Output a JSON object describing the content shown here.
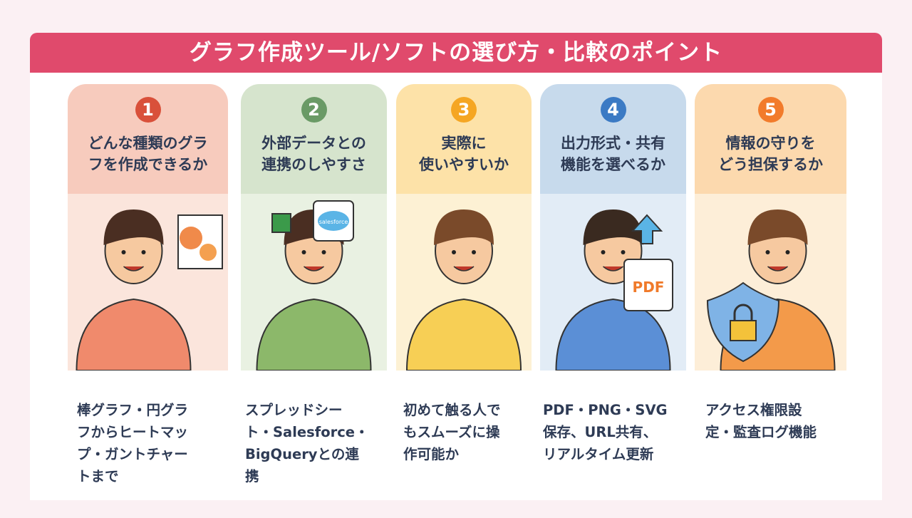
{
  "title": "グラフ作成ツール/ソフトの選び方・比較のポイント",
  "cards": [
    {
      "number": "1",
      "title": "どんな種類のグラ\nフを作成できるか",
      "description": "棒グラフ・円グラ\nフからヒートマッ\nプ・ガントチャー\nトまで",
      "accent": "#d9503a",
      "head_bg": "#f7cbbd",
      "ill_bg": "#fbe5dc",
      "shirt": "#f08a6c",
      "hair": "#4a2e22"
    },
    {
      "number": "2",
      "title": "外部データとの\n連携のしやすさ",
      "description": "スプレッドシー\nト・Salesforce・\nBigQueryとの連\n携",
      "accent": "#6a9a66",
      "head_bg": "#d6e4cd",
      "ill_bg": "#e9f1e2",
      "shirt": "#8cb86a",
      "hair": "#4a2e22"
    },
    {
      "number": "3",
      "title": "実際に\n使いやすいか",
      "description": "初めて触る人で\nもスムーズに操\n作可能か",
      "accent": "#f5a623",
      "head_bg": "#fde2a8",
      "ill_bg": "#fdf1d4",
      "shirt": "#f7cf55",
      "hair": "#7a4a2a"
    },
    {
      "number": "4",
      "title": "出力形式・共有\n機能を選べるか",
      "description": "PDF・PNG・SVG\n保存、URL共有、\nリアルタイム更新",
      "accent": "#3b7ac4",
      "head_bg": "#c7daec",
      "ill_bg": "#e2ecf6",
      "shirt": "#5b8fd6",
      "hair": "#3a2a20"
    },
    {
      "number": "5",
      "title": "情報の守りを\nどう担保するか",
      "description": "アクセス権限設\n定・監査ログ機能",
      "accent": "#f27b2b",
      "head_bg": "#fcd9ae",
      "ill_bg": "#fdeed8",
      "shirt": "#f39a4a",
      "hair": "#7a4a2a"
    }
  ],
  "illustration_labels": {
    "pdf": "PDF",
    "salesforce": "salesforce"
  }
}
